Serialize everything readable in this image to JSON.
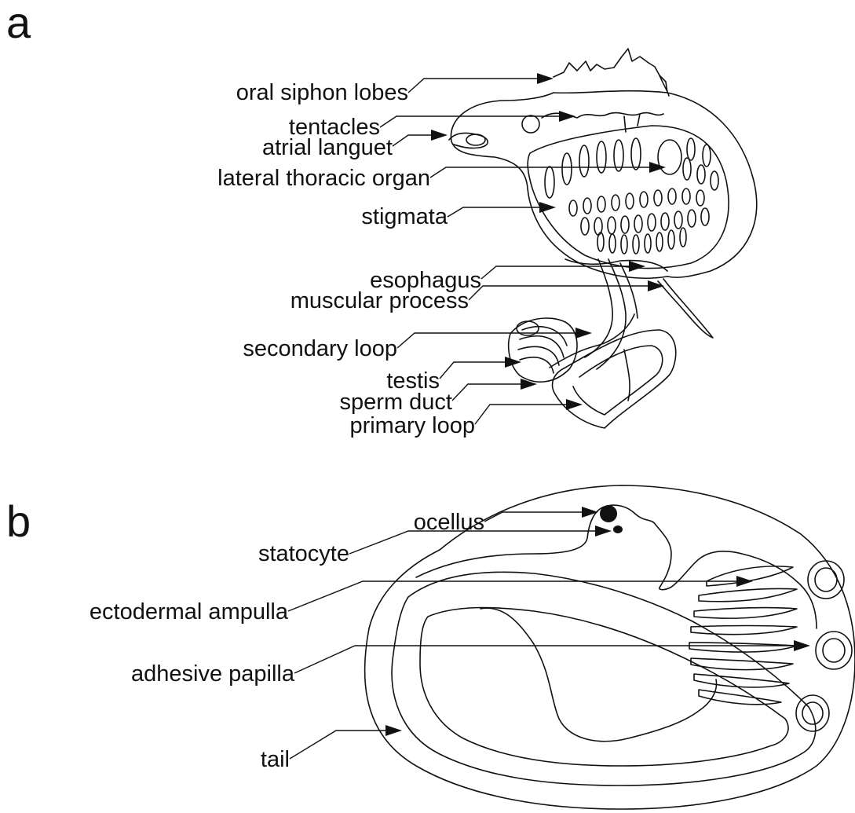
{
  "figure": {
    "panel_a": {
      "letter": "a",
      "labels": [
        "oral siphon lobes",
        "tentacles",
        "atrial languet",
        "lateral thoracic organ",
        "stigmata",
        "esophagus",
        "muscular process",
        "secondary loop",
        "testis",
        "sperm duct",
        "primary loop"
      ]
    },
    "panel_b": {
      "letter": "b",
      "labels": [
        "ocellus",
        "statocyte",
        "ectodermal ampulla",
        "adhesive papilla",
        "tail"
      ]
    }
  }
}
